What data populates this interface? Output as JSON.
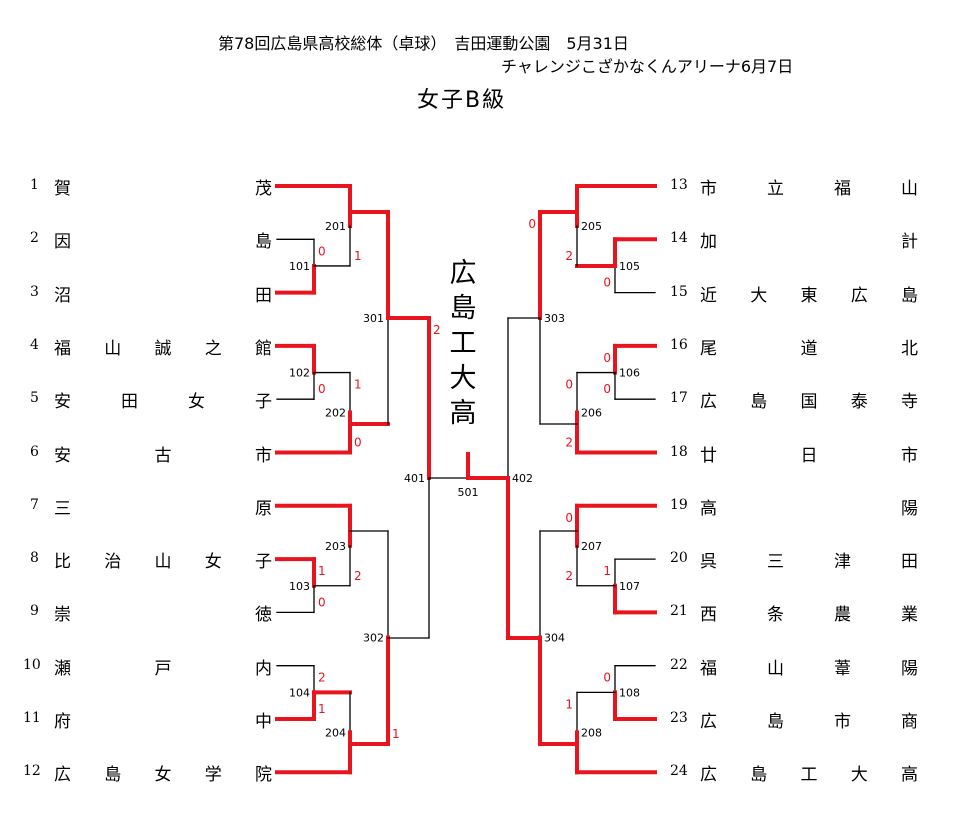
{
  "header": {
    "line1": "第78回広島県高校総体（卓球）　吉田運動公園　5月31日",
    "line2": "チャレンジこざかなくんアリーナ6月7日",
    "division": "女子B級"
  },
  "winner": "広島工大高",
  "colors": {
    "win_line": "#e8141e",
    "lose_line": "#000000",
    "score_text": "#e8141e"
  },
  "left_teams": [
    {
      "no": "1",
      "name": "賀茂"
    },
    {
      "no": "2",
      "name": "因島"
    },
    {
      "no": "3",
      "name": "沼田"
    },
    {
      "no": "4",
      "name": "福山誠之館"
    },
    {
      "no": "5",
      "name": "安田女子"
    },
    {
      "no": "6",
      "name": "安古市"
    },
    {
      "no": "7",
      "name": "三原"
    },
    {
      "no": "8",
      "name": "比治山女子"
    },
    {
      "no": "9",
      "name": "崇徳"
    },
    {
      "no": "10",
      "name": "瀬戸内"
    },
    {
      "no": "11",
      "name": "府中"
    },
    {
      "no": "12",
      "name": "広島女学院"
    }
  ],
  "right_teams": [
    {
      "no": "13",
      "name": "市立福山"
    },
    {
      "no": "14",
      "name": "加計"
    },
    {
      "no": "15",
      "name": "近大東広島"
    },
    {
      "no": "16",
      "name": "尾道北"
    },
    {
      "no": "17",
      "name": "広島国泰寺"
    },
    {
      "no": "18",
      "name": "廿日市"
    },
    {
      "no": "19",
      "name": "高陽"
    },
    {
      "no": "20",
      "name": "呉三津田"
    },
    {
      "no": "21",
      "name": "西条農業"
    },
    {
      "no": "22",
      "name": "福山葦陽"
    },
    {
      "no": "23",
      "name": "広島市商"
    },
    {
      "no": "24",
      "name": "広島工大高"
    }
  ],
  "matches": [
    {
      "id": "101",
      "top_score": "0",
      "bottom_score": "",
      "winner": "bottom"
    },
    {
      "id": "201",
      "top_score": "",
      "bottom_score": "1",
      "winner": "top"
    },
    {
      "id": "102",
      "top_score": "",
      "bottom_score": "0",
      "winner": "top"
    },
    {
      "id": "202",
      "top_score": "1",
      "bottom_score": "0",
      "winner": "bottom"
    },
    {
      "id": "301",
      "top_score": "",
      "bottom_score": "",
      "winner": "top"
    },
    {
      "id": "103",
      "top_score": "1",
      "bottom_score": "0",
      "winner": "top"
    },
    {
      "id": "203",
      "top_score": "",
      "bottom_score": "2",
      "winner": "top"
    },
    {
      "id": "104",
      "top_score": "2",
      "bottom_score": "1",
      "winner": "bottom"
    },
    {
      "id": "204",
      "top_score": "",
      "bottom_score": "",
      "winner": "bottom"
    },
    {
      "id": "302",
      "top_score": "",
      "bottom_score": "1",
      "winner": "bottom"
    },
    {
      "id": "401",
      "top_score": "2",
      "bottom_score": "",
      "winner": "top"
    },
    {
      "id": "105",
      "top_score": "",
      "bottom_score": "0",
      "winner": "top"
    },
    {
      "id": "205",
      "top_score": "",
      "bottom_score": "2",
      "winner": "top"
    },
    {
      "id": "106",
      "top_score": "0",
      "bottom_score": "0",
      "winner": "top"
    },
    {
      "id": "206",
      "top_score": "0",
      "bottom_score": "2",
      "winner": "bottom"
    },
    {
      "id": "303",
      "top_score": "0",
      "bottom_score": "",
      "winner": "top"
    },
    {
      "id": "107",
      "top_score": "1",
      "bottom_score": "",
      "winner": "bottom"
    },
    {
      "id": "207",
      "top_score": "0",
      "bottom_score": "2",
      "winner": "top"
    },
    {
      "id": "108",
      "top_score": "0",
      "bottom_score": "",
      "winner": "bottom"
    },
    {
      "id": "208",
      "top_score": "1",
      "bottom_score": "",
      "winner": "bottom"
    },
    {
      "id": "304",
      "top_score": "",
      "bottom_score": "",
      "winner": "bottom"
    },
    {
      "id": "402",
      "top_score": "",
      "bottom_score": "",
      "winner": "bottom"
    },
    {
      "id": "501",
      "top_score": "",
      "bottom_score": "",
      "winner": "right"
    }
  ]
}
